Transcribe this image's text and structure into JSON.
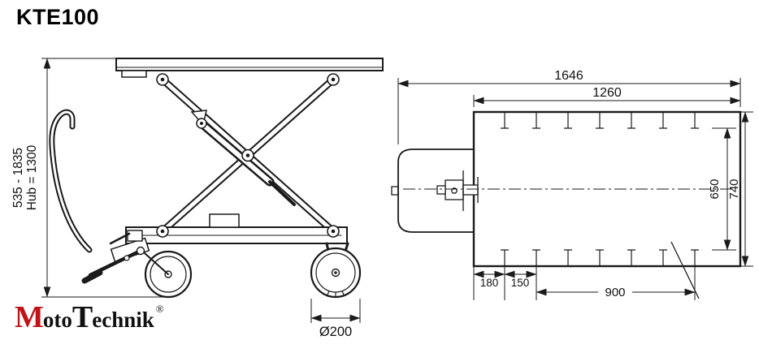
{
  "title": "KTE100",
  "logo": {
    "part1": "M",
    "part2": "oto",
    "part3": "T",
    "part4": "echnik",
    "reg": "®",
    "accent_color": "#c01318"
  },
  "side_view": {
    "dim_height_range": "535 - 1835",
    "dim_hub": "Hub = 1300",
    "dim_wheel": "Ø200"
  },
  "top_view": {
    "dim_overall": "1646",
    "dim_platform": "1260",
    "dim_width_inner": "650",
    "dim_width_outer": "740",
    "dim_a": "180",
    "dim_b": "150",
    "dim_c": "900"
  }
}
